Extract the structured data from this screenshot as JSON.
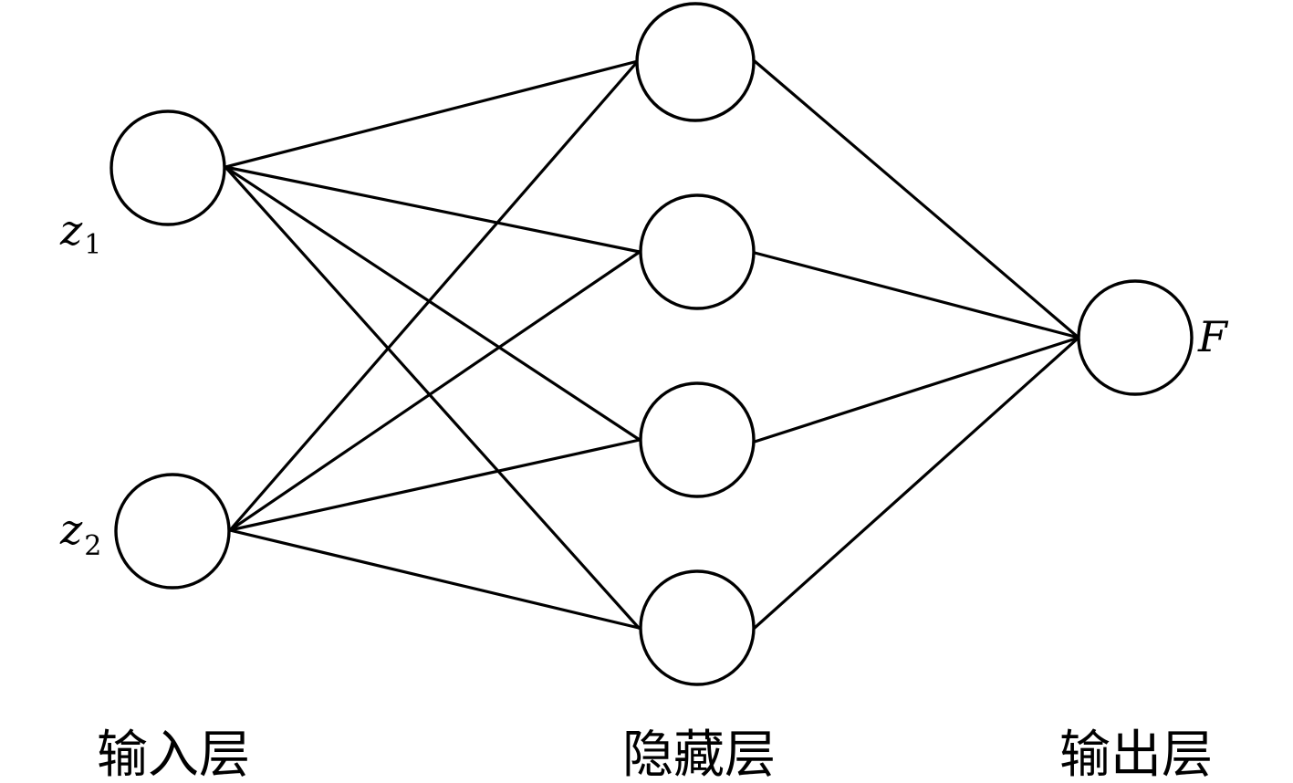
{
  "diagram": {
    "inputs": [
      {
        "id": "in1",
        "base": "z",
        "sub": "1"
      },
      {
        "id": "in2",
        "base": "z",
        "sub": "2"
      }
    ],
    "hidden": [
      {
        "id": "h1"
      },
      {
        "id": "h2"
      },
      {
        "id": "h3"
      },
      {
        "id": "h4"
      }
    ],
    "output": {
      "id": "out",
      "label": "F"
    },
    "layers": {
      "input": "输入层",
      "hidden": "隐藏层",
      "output": "输出层"
    },
    "edges": [
      [
        "in1",
        "h1"
      ],
      [
        "in1",
        "h2"
      ],
      [
        "in1",
        "h3"
      ],
      [
        "in1",
        "h4"
      ],
      [
        "in2",
        "h1"
      ],
      [
        "in2",
        "h2"
      ],
      [
        "in2",
        "h3"
      ],
      [
        "in2",
        "h4"
      ],
      [
        "h1",
        "out"
      ],
      [
        "h2",
        "out"
      ],
      [
        "h3",
        "out"
      ],
      [
        "h4",
        "out"
      ]
    ]
  }
}
